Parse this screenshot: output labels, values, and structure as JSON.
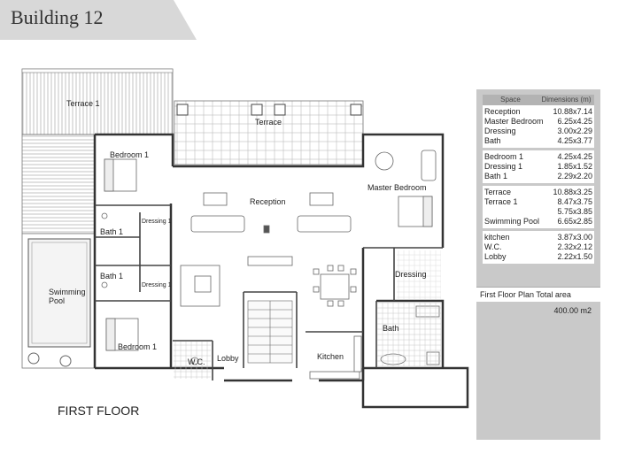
{
  "header": {
    "title": "Building 12"
  },
  "floor_label": "FIRST FLOOR",
  "rooms": {
    "terrace_1": "Terrace 1",
    "terrace": "Terrace",
    "bedroom_1_top": "Bedroom 1",
    "bath_1_top": "Bath 1",
    "dressing_1_top": "Dressing 1",
    "bath_1_bottom": "Bath 1",
    "dressing_1_bottom": "Dressing 1",
    "swimming": "Swimming",
    "pool": "Pool",
    "bedroom_1_bottom": "Bedroom 1",
    "reception": "Reception",
    "master_bedroom": "Master Bedroom",
    "dressing": "Dressing",
    "bath": "Bath",
    "wc": "W.C.",
    "lobby": "Lobby",
    "kitchen": "Kitchen"
  },
  "table": {
    "headers": {
      "space": "Space",
      "dimensions": "Dimensions (m)"
    },
    "groups": [
      {
        "rows": [
          {
            "space": "Reception",
            "dim": "10.88x7.14"
          },
          {
            "space": "Master Bedroom",
            "dim": "6.25x4.25"
          },
          {
            "space": "Dressing",
            "dim": "3.00x2.29"
          },
          {
            "space": "Bath",
            "dim": "4.25x3.77"
          }
        ]
      },
      {
        "rows": [
          {
            "space": "Bedroom 1",
            "dim": "4.25x4.25"
          },
          {
            "space": "Dressing 1",
            "dim": "1.85x1.52"
          },
          {
            "space": "Bath 1",
            "dim": "2.29x2.20"
          }
        ]
      },
      {
        "rows": [
          {
            "space": "Terrace",
            "dim": "10.88x3.25"
          },
          {
            "space": "Terrace 1",
            "dim": "8.47x3.75"
          },
          {
            "space": "",
            "dim": "5.75x3.85"
          },
          {
            "space": "Swimming Pool",
            "dim": "6.65x2.85"
          }
        ]
      },
      {
        "rows": [
          {
            "space": "kitchen",
            "dim": "3.87x3.00"
          },
          {
            "space": "W.C.",
            "dim": "2.32x2.12"
          },
          {
            "space": "Lobby",
            "dim": "2.22x1.50"
          }
        ]
      }
    ],
    "total_label": "First Floor Plan Total area",
    "total_value": "400.00 m2"
  }
}
